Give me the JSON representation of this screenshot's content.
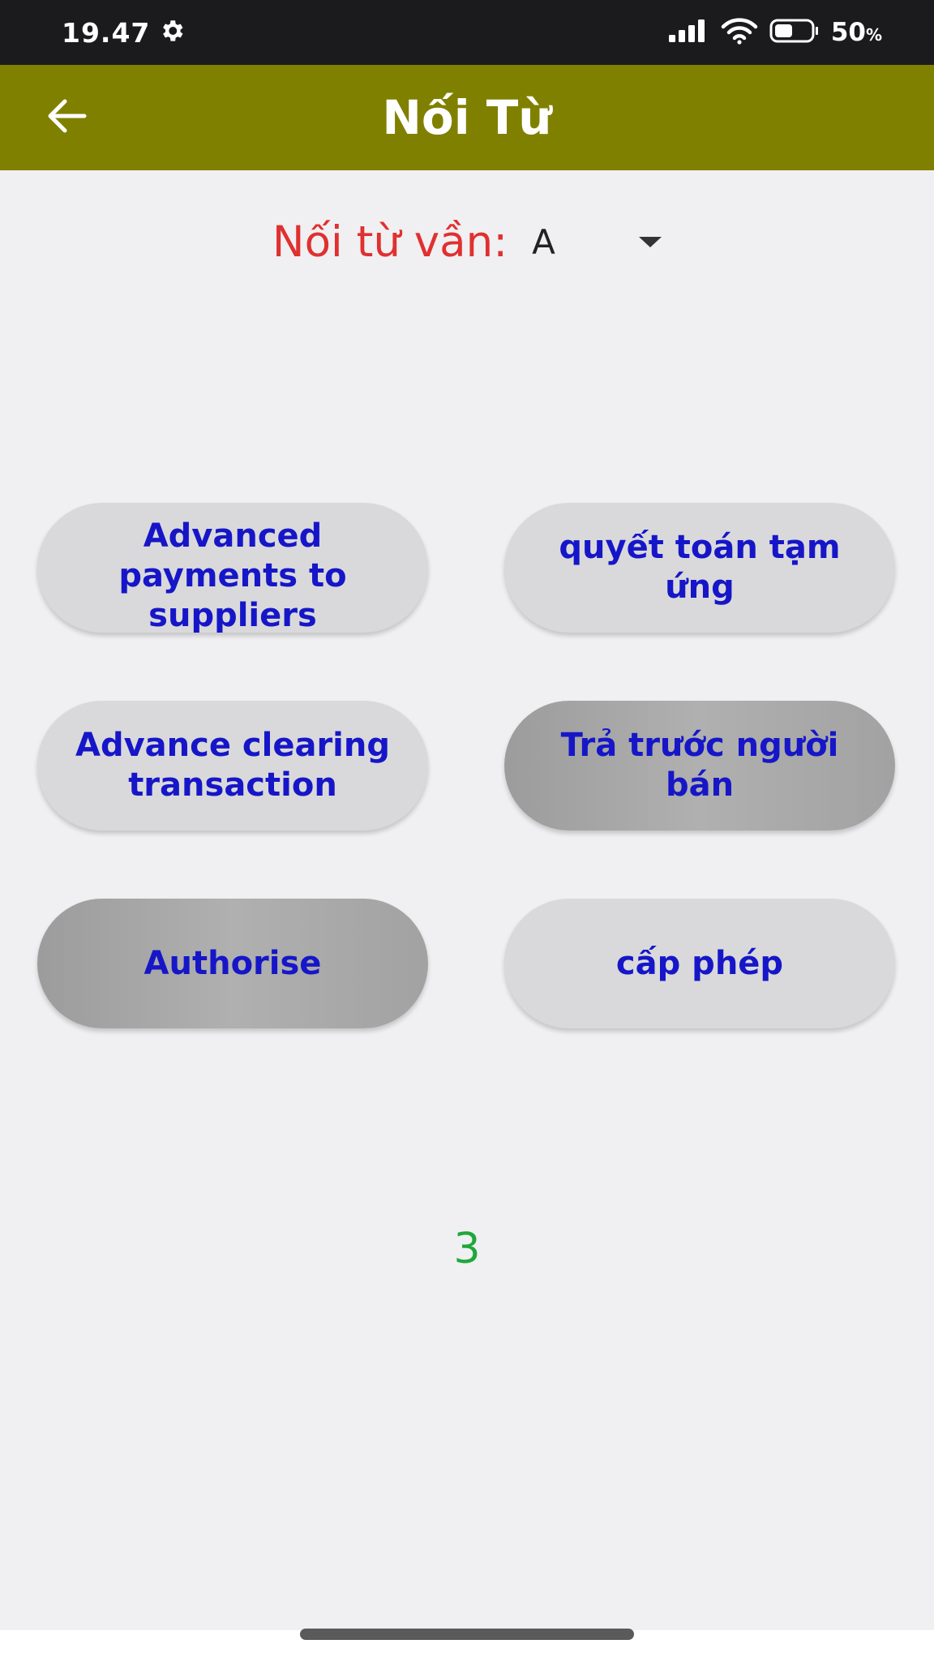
{
  "status_bar": {
    "time": "19.47",
    "battery_percent": "50",
    "battery_unit": "%",
    "battery_level": 0.5,
    "icons": [
      "settings-gear-icon",
      "signal-icon",
      "wifi-icon",
      "battery-icon"
    ]
  },
  "app_bar": {
    "title": "Nối Từ",
    "back_icon": "arrow-left-icon",
    "background_color": "#808000"
  },
  "selector": {
    "label": "Nối từ vần:",
    "value": "A",
    "label_color": "#e03030"
  },
  "cards": [
    {
      "text": "Advanced payments to suppliers",
      "selected": false
    },
    {
      "text": "quyết toán tạm ứng",
      "selected": false
    },
    {
      "text": "Advance clearing transaction",
      "selected": false
    },
    {
      "text": "Trả trước người bán",
      "selected": true
    },
    {
      "text": "Authorise",
      "selected": true
    },
    {
      "text": "cấp phép",
      "selected": false
    }
  ],
  "score": "3",
  "colors": {
    "card_text": "#1616c8",
    "score": "#1fa83a"
  }
}
